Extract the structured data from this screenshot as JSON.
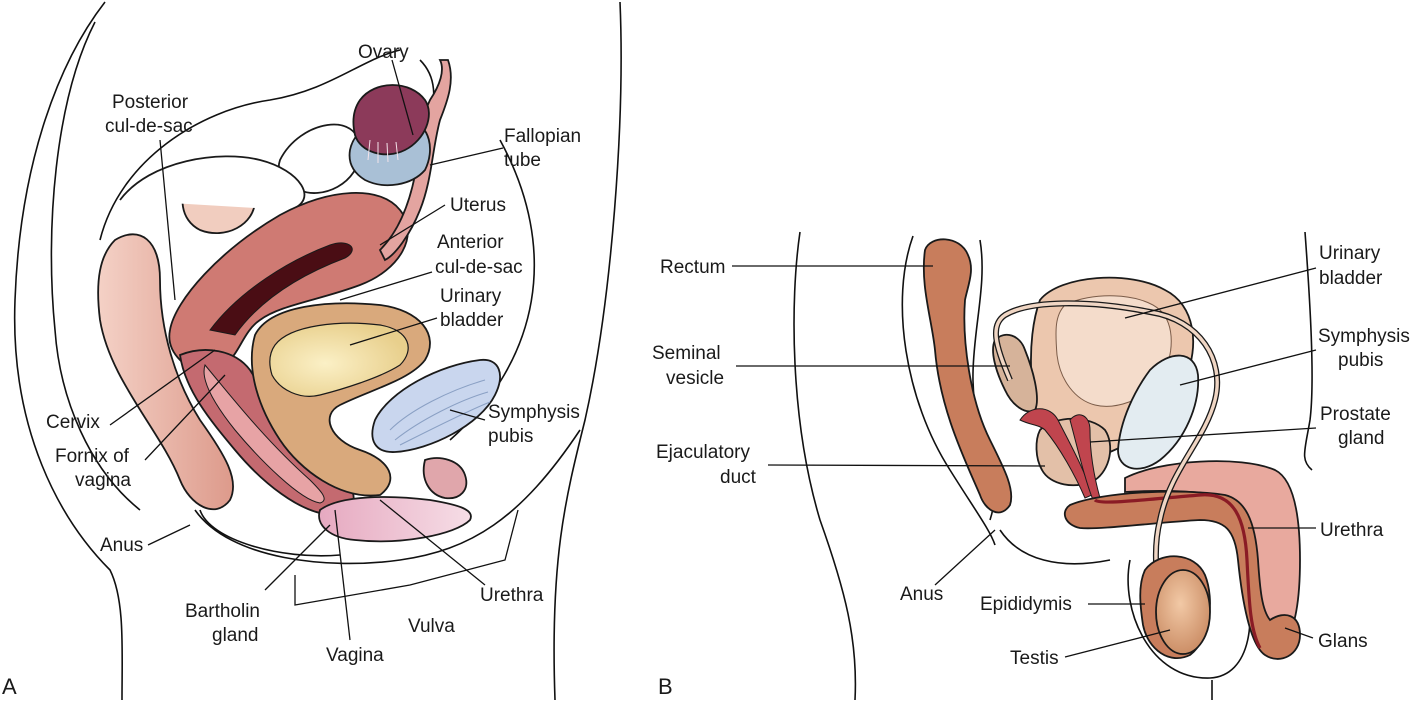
{
  "panel_a": {
    "letter": "A",
    "labels": {
      "ovary": "Ovary",
      "posterior_cul_de_sac_1": "Posterior",
      "posterior_cul_de_sac_2": "cul-de-sac",
      "fallopian_tube_1": "Fallopian",
      "fallopian_tube_2": "tube",
      "uterus": "Uterus",
      "anterior_cul_de_sac_1": "Anterior",
      "anterior_cul_de_sac_2": "cul-de-sac",
      "urinary_bladder_1": "Urinary",
      "urinary_bladder_2": "bladder",
      "cervix": "Cervix",
      "symphysis_pubis_1": "Symphysis",
      "symphysis_pubis_2": "pubis",
      "fornix_1": "Fornix of",
      "fornix_2": "vagina",
      "anus": "Anus",
      "bartholin_1": "Bartholin",
      "bartholin_2": "gland",
      "urethra": "Urethra",
      "vulva": "Vulva",
      "vagina": "Vagina"
    }
  },
  "panel_b": {
    "letter": "B",
    "labels": {
      "rectum": "Rectum",
      "urinary_bladder_1": "Urinary",
      "urinary_bladder_2": "bladder",
      "seminal_vesicle_1": "Seminal",
      "seminal_vesicle_2": "vesicle",
      "symphysis_pubis_1": "Symphysis",
      "symphysis_pubis_2": "pubis",
      "prostate_1": "Prostate",
      "prostate_2": "gland",
      "ejaculatory_duct_1": "Ejaculatory",
      "ejaculatory_duct_2": "duct",
      "urethra": "Urethra",
      "anus": "Anus",
      "epididymis": "Epididymis",
      "glans": "Glans",
      "testis": "Testis"
    }
  },
  "colors": {
    "uterus": "#c9706c",
    "uterus_light": "#e6a9a0",
    "rectum_pink": "#e9b8ae",
    "ovary": "#8c3a5a",
    "ovary_blue": "#a9c0d6",
    "bladder_tan": "#d9a97c",
    "bladder_yellow": "#f0dca0",
    "symphysis_blue": "#c9d6ee",
    "vulva_pink": "#d99ab0",
    "male_rectum": "#c87d5c",
    "male_bladder": "#ecc7ae",
    "male_urethra": "#8a1b25",
    "symphysis_male": "#e3ecf1"
  }
}
